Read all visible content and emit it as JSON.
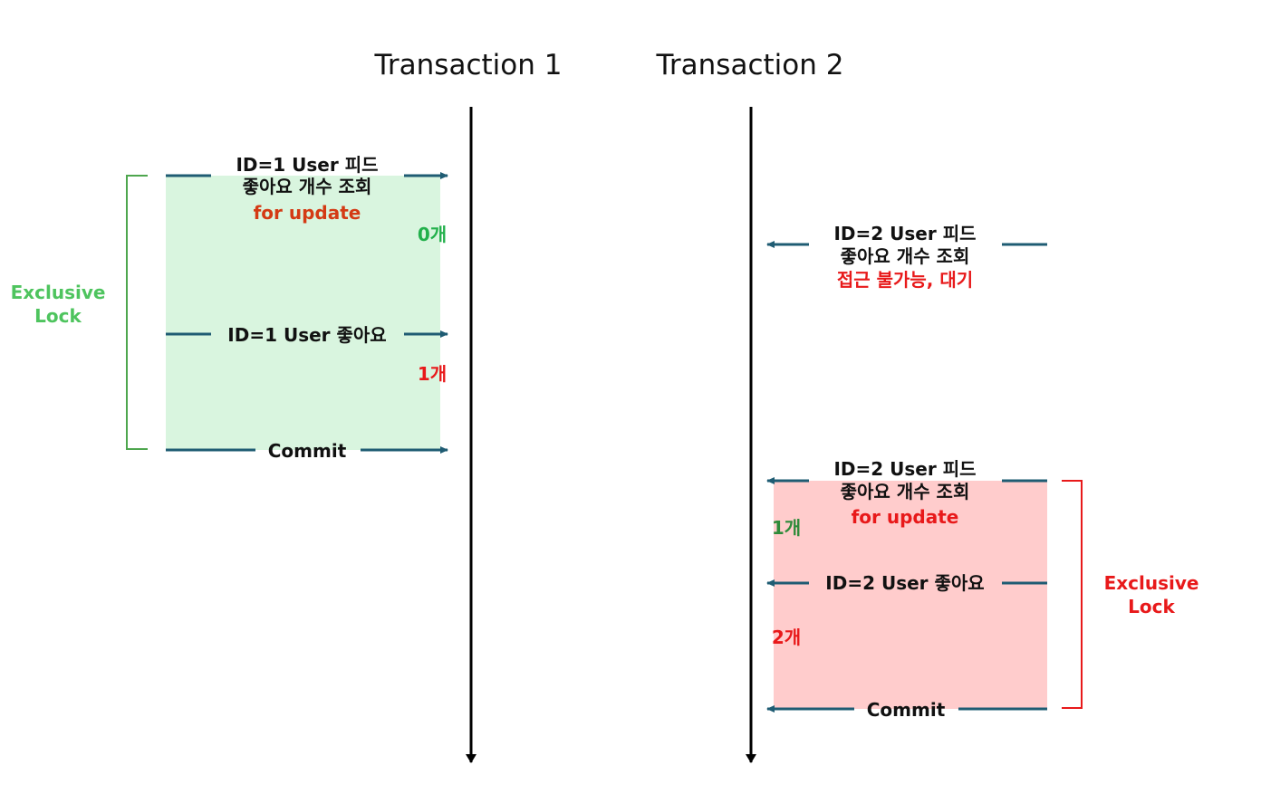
{
  "titles": {
    "tx1": "Transaction 1",
    "tx2": "Transaction 2"
  },
  "left": {
    "query": {
      "line1": "ID=1 User 피드",
      "line2": "좋아요 개수 조회",
      "line3": "for update"
    },
    "count_before": "0개",
    "like": "ID=1 User 좋아요",
    "count_after": "1개",
    "commit": "Commit",
    "lock": {
      "line1": "Exclusive",
      "line2": "Lock"
    }
  },
  "right": {
    "blocked_query": {
      "line1": "ID=2 User 피드",
      "line2": "좋아요 개수 조회",
      "line3": "접근 불가능, 대기"
    },
    "query": {
      "line1": "ID=2 User 피드",
      "line2": "좋아요 개수 조회",
      "line3": "for update"
    },
    "count_before": "1개",
    "like": "ID=2 User 좋아요",
    "count_after": "2개",
    "commit": "Commit",
    "lock": {
      "line1": "Exclusive",
      "line2": "Lock"
    }
  },
  "colors": {
    "green_region": "#d9f5df",
    "red_region": "#ffcccc",
    "arrow": "#1f5c73",
    "green_text": "#22b04b",
    "dark_green_text": "#2e8b3a",
    "red_text": "#e8191a",
    "dark_red_text": "#d43a14",
    "lock_green": "#4ec45e",
    "lock_red": "#e8191a"
  }
}
